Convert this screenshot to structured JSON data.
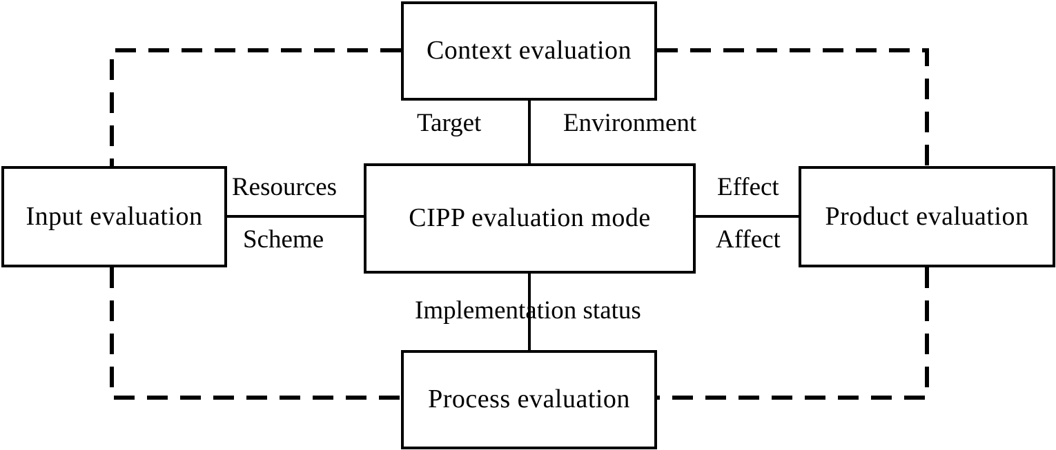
{
  "diagram": {
    "title": "CIPP evaluation mode",
    "type": "block-diagram",
    "colors": {
      "stroke": "#000000",
      "fill": "#ffffff",
      "text": "#000000"
    },
    "nodes": [
      {
        "id": "context",
        "label": "Context  evaluation"
      },
      {
        "id": "input",
        "label": "Input evaluation"
      },
      {
        "id": "cipp",
        "label": "CIPP  evaluation mode"
      },
      {
        "id": "product",
        "label": "Product evaluation"
      },
      {
        "id": "process",
        "label": "Process evaluation"
      }
    ],
    "edge_labels": {
      "target": "Target",
      "environment": "Environment",
      "resources": "Resources",
      "scheme": "Scheme",
      "effect": "Effect",
      "affect": "Affect",
      "implementation_status": "Implementation status"
    },
    "edges": [
      {
        "from": "context",
        "to": "cipp",
        "style": "solid",
        "labels": [
          "Target",
          "Environment"
        ]
      },
      {
        "from": "input",
        "to": "cipp",
        "style": "solid",
        "labels": [
          "Resources",
          "Scheme"
        ]
      },
      {
        "from": "cipp",
        "to": "product",
        "style": "solid",
        "labels": [
          "Effect",
          "Affect"
        ]
      },
      {
        "from": "cipp",
        "to": "process",
        "style": "solid",
        "labels": [
          "Implementation status"
        ]
      },
      {
        "from": "context",
        "to": "input",
        "style": "dashed",
        "labels": []
      },
      {
        "from": "context",
        "to": "product",
        "style": "dashed",
        "labels": []
      },
      {
        "from": "input",
        "to": "process",
        "style": "dashed",
        "labels": []
      },
      {
        "from": "product",
        "to": "process",
        "style": "dashed",
        "labels": []
      }
    ]
  }
}
